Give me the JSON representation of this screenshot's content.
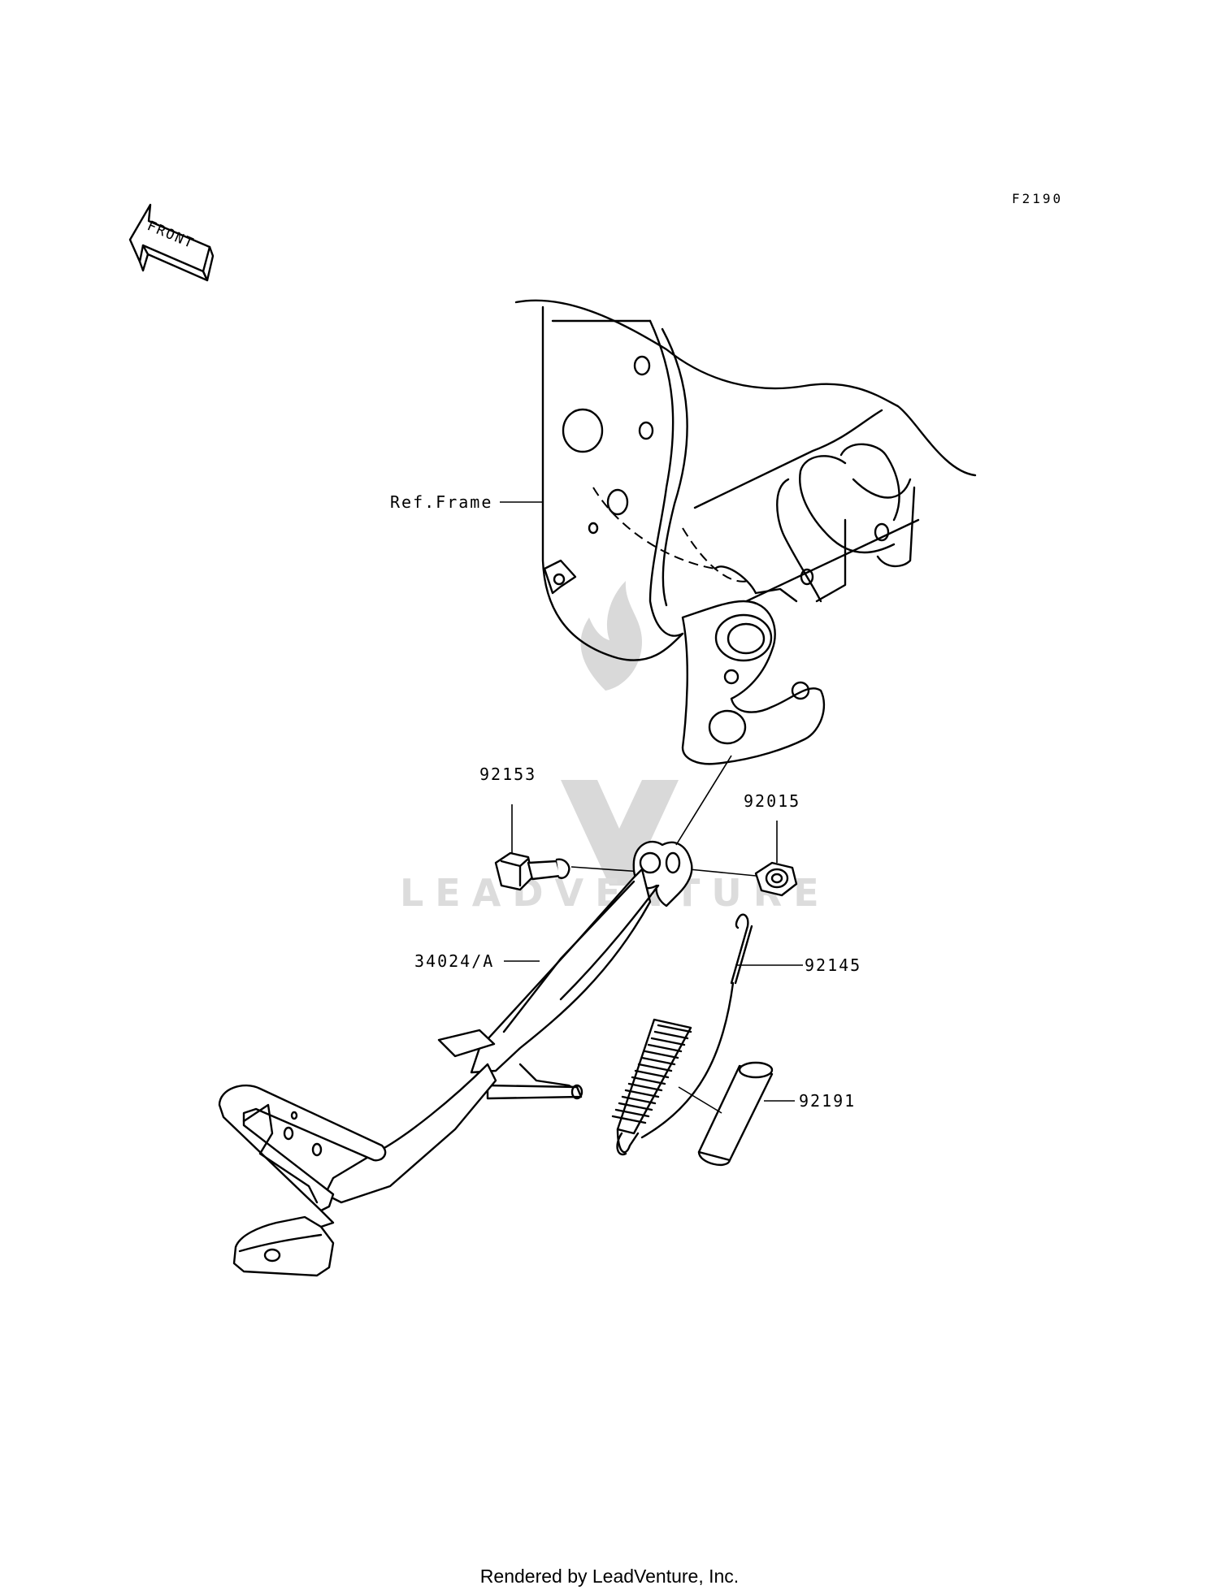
{
  "figure_code": "F2190",
  "front_arrow_label": "FRONT",
  "watermark": "LEADVENTURE",
  "parts": {
    "ref_frame": "Ref.Frame",
    "p92153": "92153",
    "p92015": "92015",
    "p34024": "34024/A",
    "p92145": "92145",
    "p92191": "92191"
  },
  "footer": "Rendered by LeadVenture, Inc."
}
